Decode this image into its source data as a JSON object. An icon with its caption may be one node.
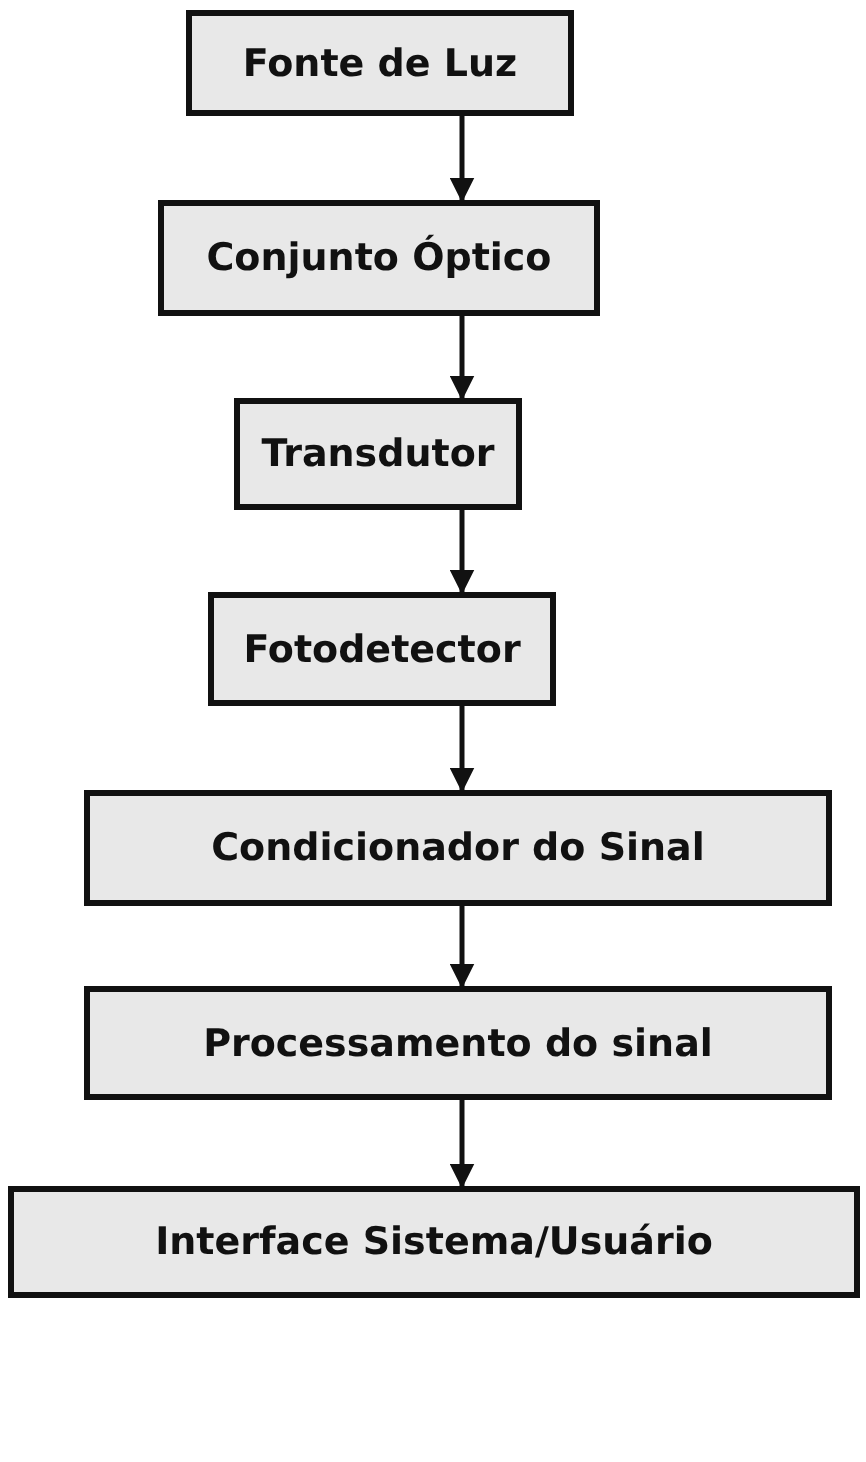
{
  "diagram": {
    "nodes": [
      {
        "text": [
          "Fonte de Luz"
        ]
      },
      {
        "text": [
          "Conjunto Óptico"
        ]
      },
      {
        "text": [
          "Transdutor"
        ]
      },
      {
        "text": [
          "Fotodetector"
        ]
      },
      {
        "text": [
          "Condicionador do Sinal"
        ]
      },
      {
        "text": [
          "Processamento do sinal"
        ]
      },
      {
        "text": [
          "Interface Sistema/Usuário"
        ]
      }
    ],
    "edges": [
      {
        "from": 0,
        "to": 1,
        "arrow": "to"
      },
      {
        "from": 1,
        "to": 2,
        "arrow": "to"
      },
      {
        "from": 2,
        "to": 3,
        "arrow": "to"
      },
      {
        "from": 3,
        "to": 4,
        "arrow": "to"
      },
      {
        "from": 4,
        "to": 5,
        "arrow": "to"
      },
      {
        "from": 5,
        "to": 6,
        "arrow": "to"
      }
    ]
  }
}
